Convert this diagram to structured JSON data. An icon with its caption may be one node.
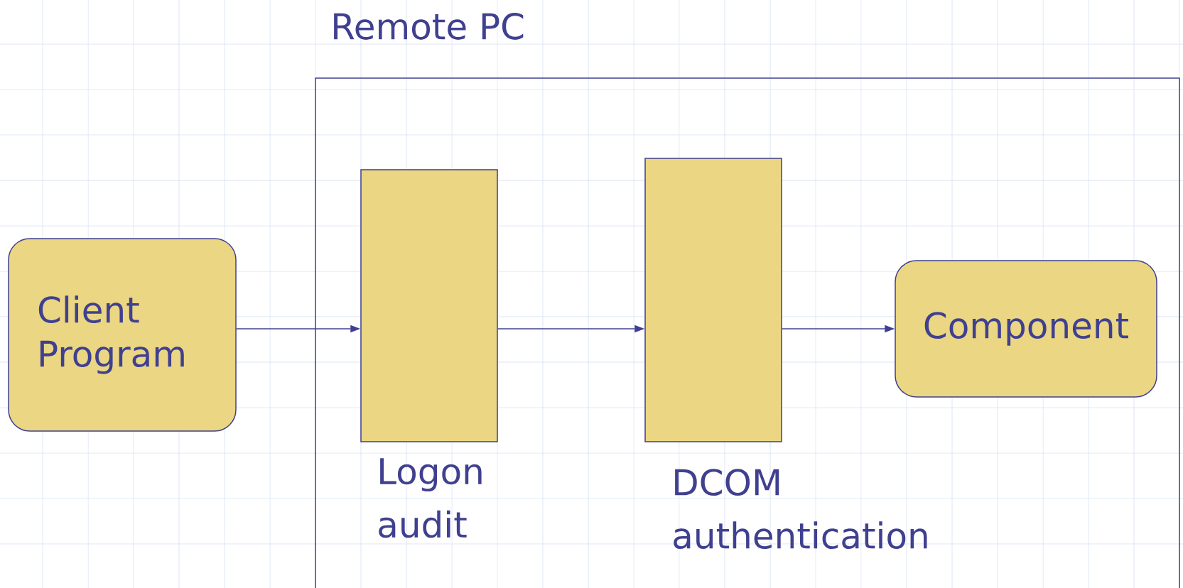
{
  "diagram": {
    "nodes": [
      {
        "text": [
          "Remote PC"
        ]
      },
      {
        "text": [
          "Client Program"
        ]
      },
      {
        "text": [],
        "shape": "bar",
        "beside": [
          "Logon audit"
        ],
        "in": 0
      },
      {
        "text": [],
        "shape": "bar",
        "beside": [
          "DCOM authentication"
        ],
        "in": 0
      },
      {
        "text": [
          "Component"
        ],
        "in": 0
      }
    ],
    "edges": [
      {
        "from": 1,
        "to": 2,
        "arrow": "to"
      },
      {
        "from": 2,
        "to": 3,
        "arrow": "to"
      },
      {
        "from": 3,
        "to": 4,
        "arrow": "to"
      }
    ]
  }
}
